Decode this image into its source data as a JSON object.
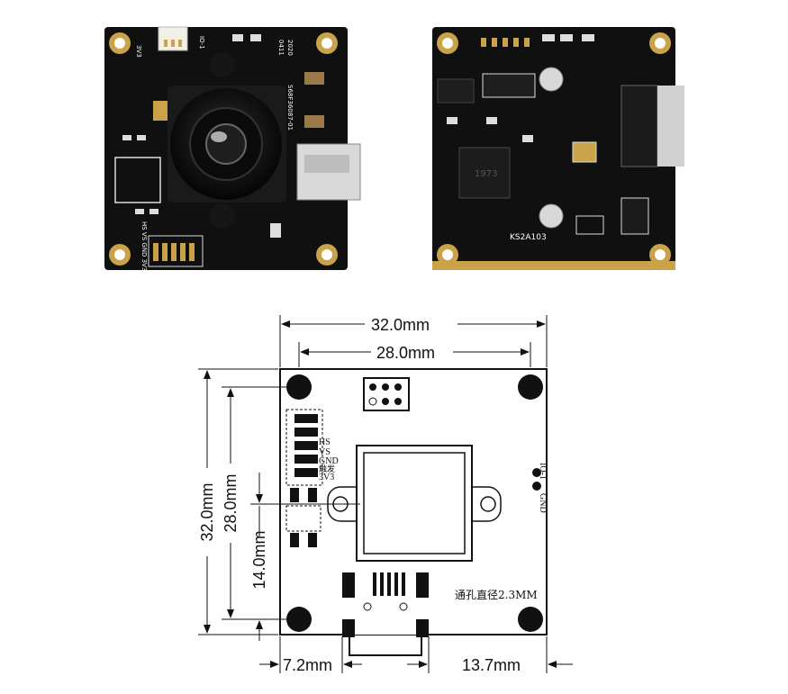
{
  "photos": {
    "front_silk": {
      "v3": "3V3",
      "io": "IO-1",
      "year": "2020",
      "week": "0411",
      "part": "S68F36087-01",
      "pins": "HS VS GND 3V3"
    },
    "back_silk": {
      "chip": "1973",
      "model": "KS2A103"
    }
  },
  "drawing": {
    "dims": {
      "width_outer": "32.0mm",
      "width_holes": "28.0mm",
      "height_outer": "32.0mm",
      "height_holes": "28.0mm",
      "lens_center": "14.0mm",
      "left_offset": "7.2mm",
      "right_offset": "13.7mm"
    },
    "pin_labels": [
      "HS",
      "VS",
      "GND",
      "触发",
      "3V3"
    ],
    "right_labels": {
      "io": "IO-1",
      "gnd": "GND"
    },
    "hole_note": "通孔直径2.3MM"
  },
  "colors": {
    "pcb": "#101010",
    "gold": "#c9a24a",
    "silkscreen": "#ffffff",
    "line": "#111111"
  }
}
